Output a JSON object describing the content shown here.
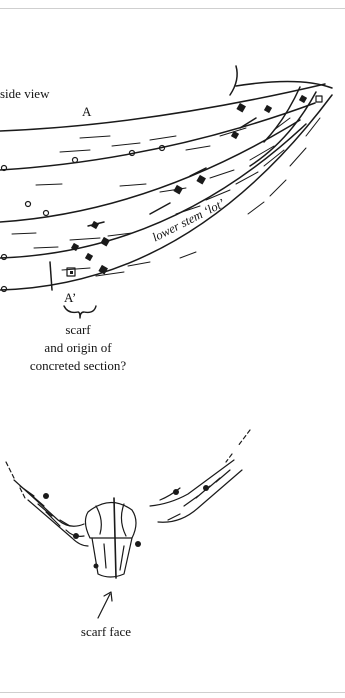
{
  "labels": {
    "side_view": "side view",
    "section_a": "A",
    "section_a_prime": "A’",
    "lower_stem": "lower stem ‘lot’",
    "scarf": "scarf",
    "origin": "and origin of",
    "concreted_section": "concreted section?",
    "scarf_face": "scarf face"
  },
  "ink_color": "#1a1a1a",
  "frame_color": "#cfcfcf"
}
